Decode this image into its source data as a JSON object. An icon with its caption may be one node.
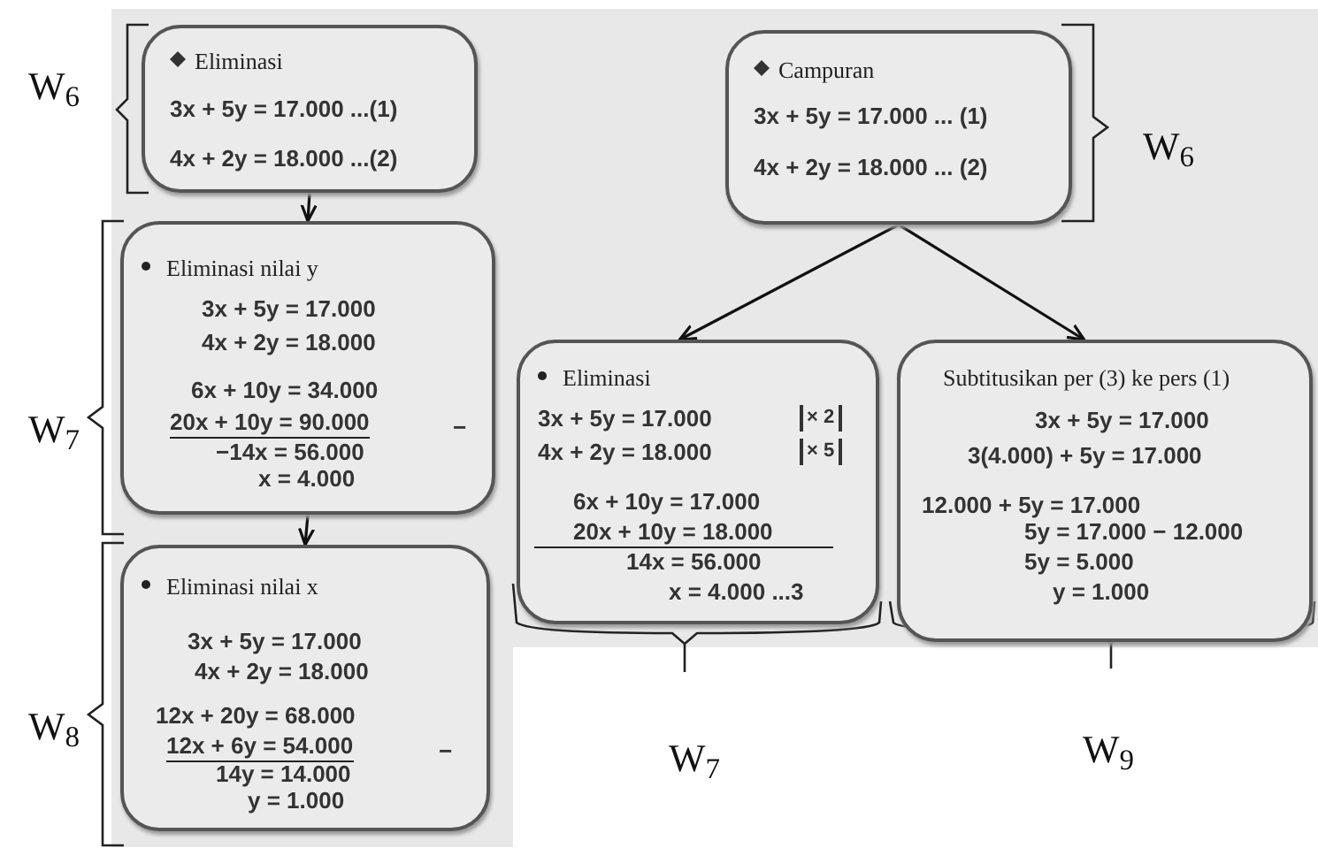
{
  "diagram": {
    "nodes": [
      {
        "text": [
          "Eliminasi",
          "3x + 5y = 17.000 ...(1)",
          "4x + 2y = 18.000 ...(2)"
        ]
      },
      {
        "text": [
          "Eliminasi nilai y",
          "3x + 5y = 17.000",
          "4x + 2y = 18.000",
          "6x + 10y = 34.000",
          "20x + 10y = 90.000",
          "−",
          "−14x = 56.000",
          "x = 4.000"
        ]
      },
      {
        "text": [
          "Eliminasi nilai x",
          "3x + 5y = 17.000",
          "4x + 2y = 18.000",
          "12x + 20y = 68.000",
          "12x + 6y = 54.000",
          "−",
          "14y = 14.000",
          "y = 1.000"
        ]
      },
      {
        "text": [
          "Campuran",
          "3x + 5y = 17.000 ... (1)",
          "4x + 2y = 18.000 ... (2)"
        ]
      },
      {
        "text": [
          "Eliminasi",
          "3x + 5y = 17.000",
          "× 2",
          "4x + 2y = 18.000",
          "× 5",
          "6x + 10y = 17.000",
          "20x + 10y = 18.000",
          "14x = 56.000",
          "x = 4.000 ...3"
        ]
      },
      {
        "text": [
          "Subtitusikan per (3) ke pers (1)",
          "3x + 5y = 17.000",
          "3(4.000) + 5y = 17.000",
          "12.000 + 5y = 17.000",
          "5y = 17.000 − 12.000",
          "5y = 5.000",
          "y = 1.000"
        ]
      }
    ],
    "edges": [
      {
        "from": 0,
        "to": 1,
        "arrow": "to"
      },
      {
        "from": 1,
        "to": 2,
        "arrow": "to"
      },
      {
        "from": 3,
        "to": 4,
        "arrow": "to"
      },
      {
        "from": 3,
        "to": 5,
        "arrow": "to"
      }
    ],
    "labels": [
      "W$_{6}$",
      "W$_{7}$",
      "W$_{8}$",
      "W$_{6}$",
      "W$_{7}$",
      "W$_{9}$"
    ]
  }
}
